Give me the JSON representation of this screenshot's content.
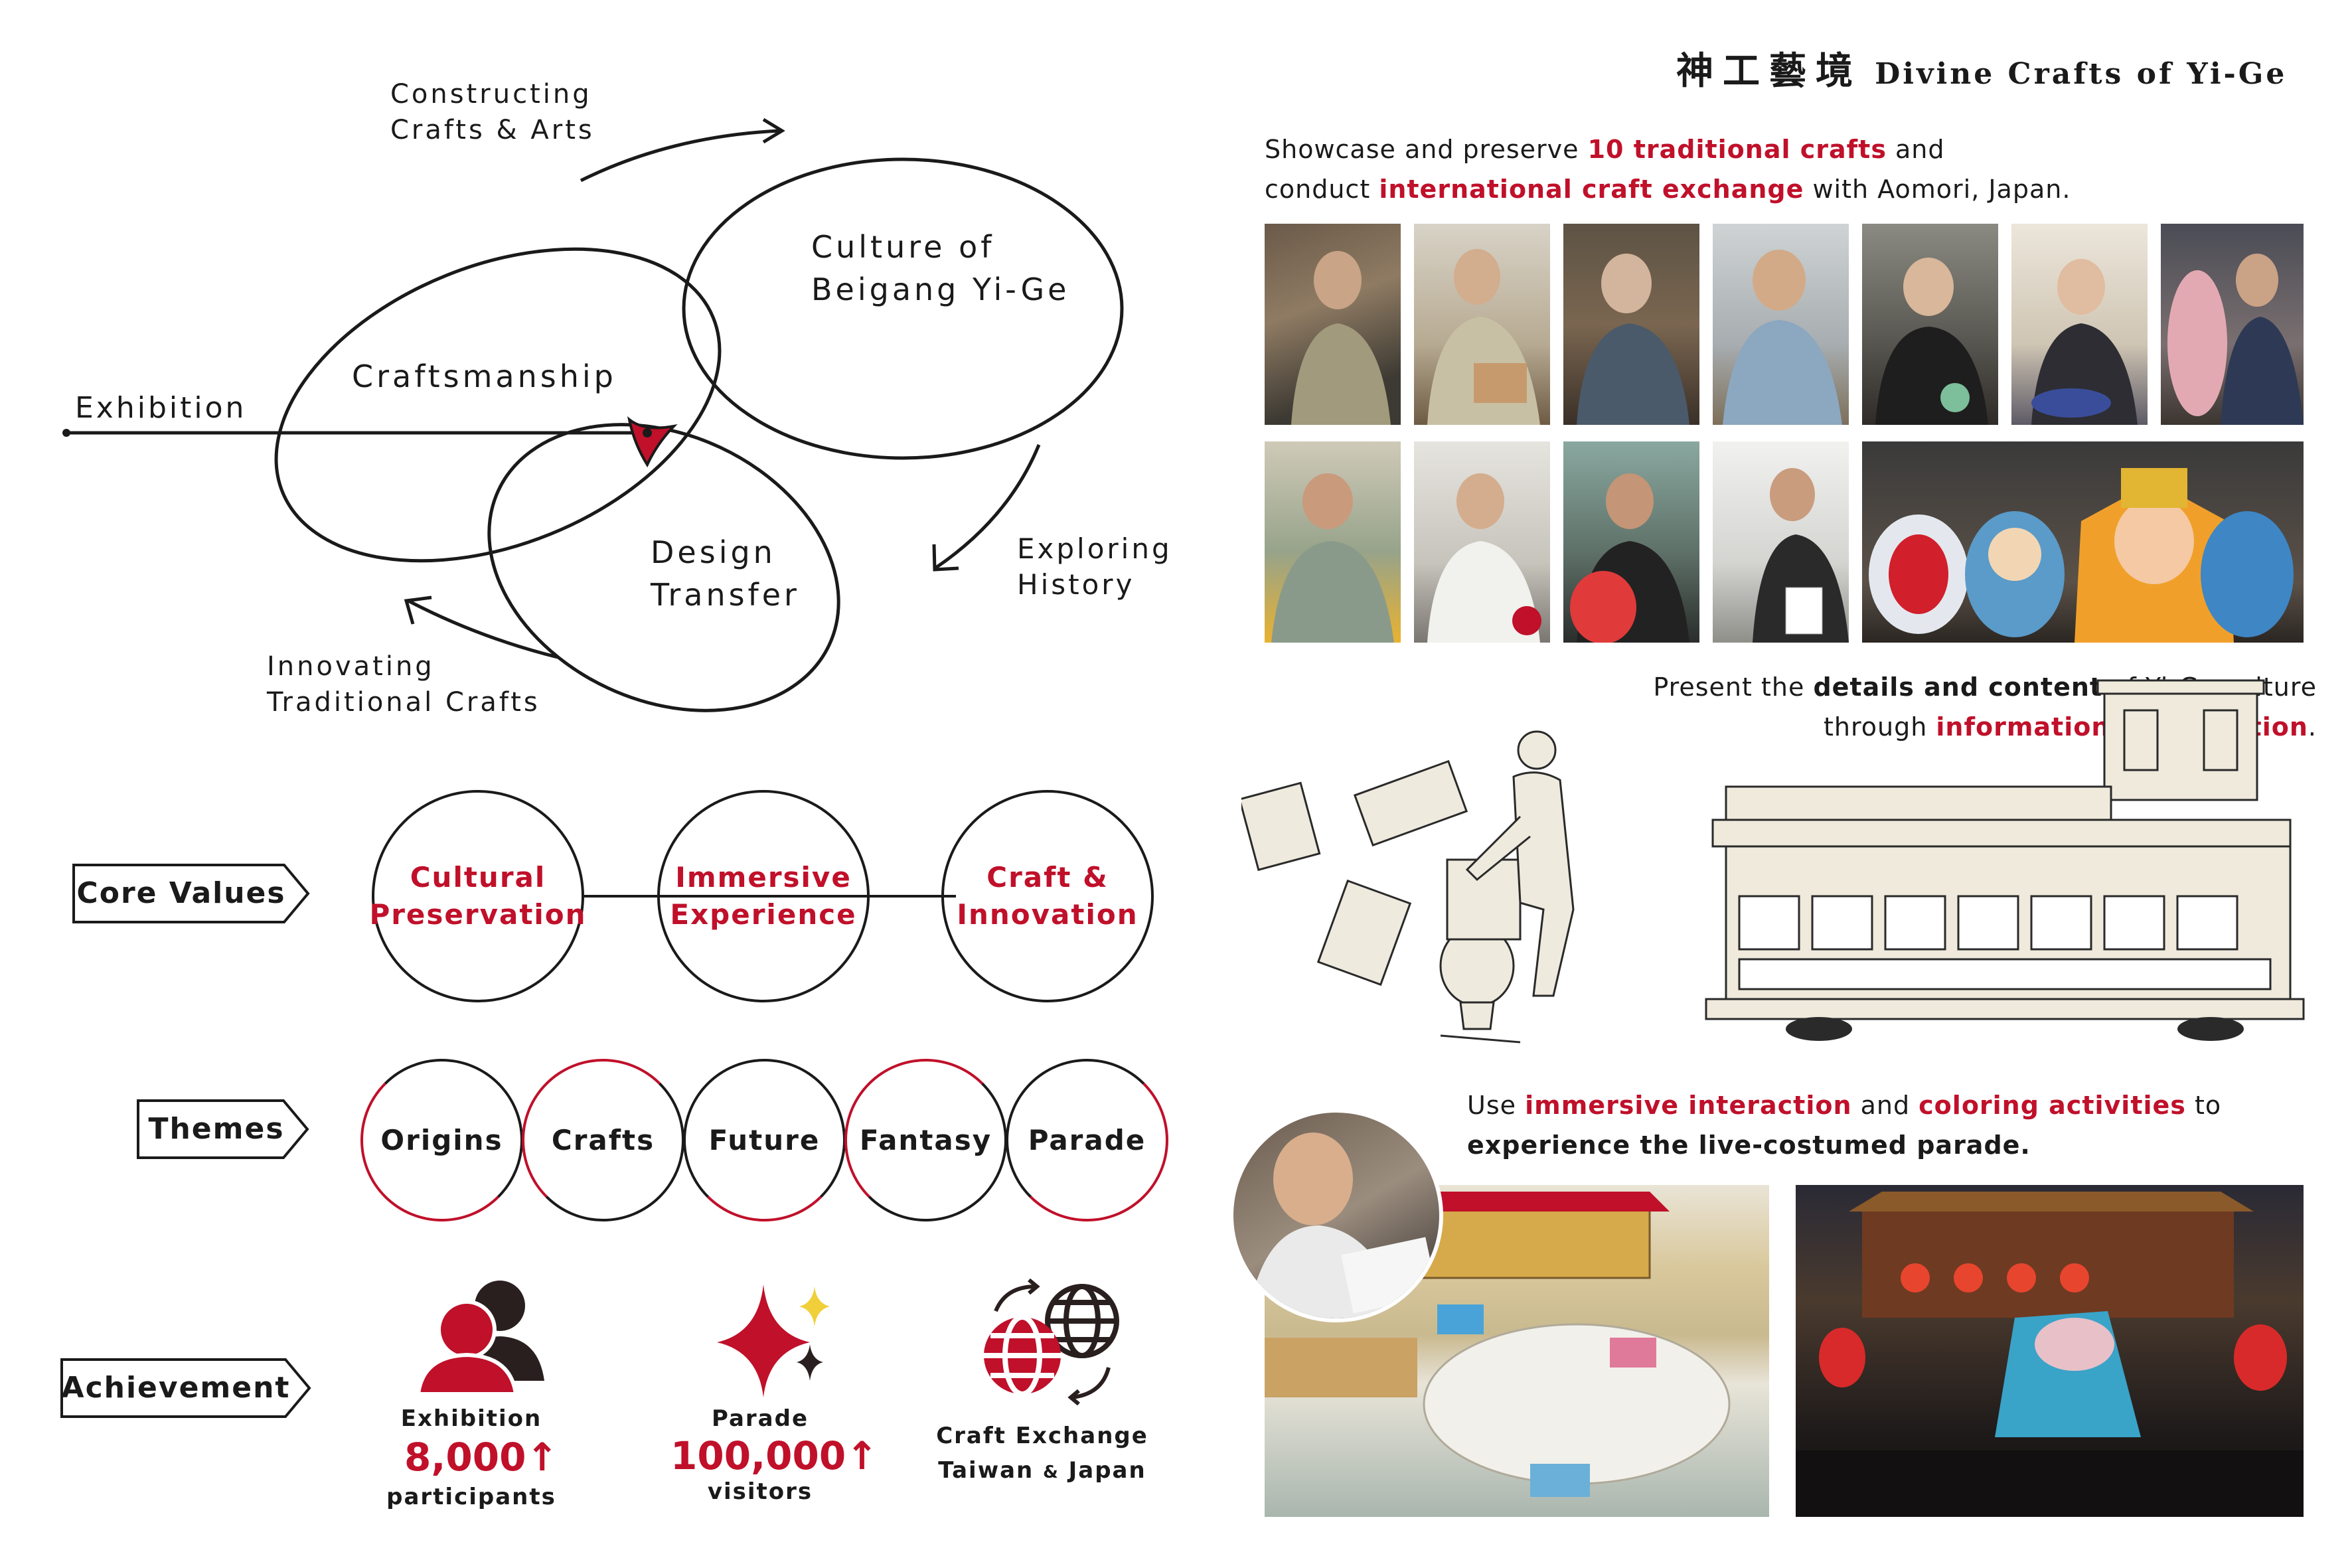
{
  "header": {
    "title_cn": "神工藝境",
    "title_en": "Divine Crafts of Yi-Ge"
  },
  "diagram": {
    "constructing": [
      "Constructing",
      "Crafts & Arts"
    ],
    "culture": [
      "Culture of",
      "Beigang Yi-Ge"
    ],
    "craftsmanship": "Craftsmanship",
    "exhibition": "Exhibition",
    "design": [
      "Design",
      "Transfer"
    ],
    "exploring": [
      "Exploring",
      "History"
    ],
    "innovating": [
      "Innovating",
      "Traditional Crafts"
    ]
  },
  "core_values": {
    "tag": "Core Values",
    "items": [
      [
        "Cultural",
        "Preservation"
      ],
      [
        "Immersive",
        "Experience"
      ],
      [
        "Craft &",
        "Innovation"
      ]
    ]
  },
  "themes": {
    "tag": "Themes",
    "items": [
      "Origins",
      "Crafts",
      "Future",
      "Fantasy",
      "Parade"
    ]
  },
  "achievement": {
    "tag": "Achievement",
    "exhibition": {
      "label": "Exhibition",
      "value": "8,000↑",
      "unit": "participants"
    },
    "parade": {
      "label": "Parade",
      "value": "100,000↑",
      "unit": "visitors"
    },
    "exchange": {
      "label1": "Craft Exchange",
      "label2a": "Taiwan",
      "amp": "&",
      "label2b": "Japan"
    }
  },
  "right": {
    "p1": {
      "l1a": "Showcase and preserve ",
      "l1b": "10 traditional crafts",
      "l1c": " and",
      "l2a": "conduct ",
      "l2b": "international craft exchange",
      "l2c": " with Aomori, Japan."
    },
    "p2": {
      "l1a": "Present the ",
      "l1b": "details and content",
      "l1c": " of Yi-Ge culture",
      "l2a": "through ",
      "l2b": "information visualization",
      "l2c": "."
    },
    "p3": {
      "l1a": "Use ",
      "l1b": "immersive interaction",
      "l1c": " and ",
      "l1d": "coloring activities",
      "l1e": " to",
      "l2": "experience the live-costumed parade."
    }
  },
  "colors": {
    "accent": "#c0102a",
    "ink": "#1a1a1a"
  }
}
